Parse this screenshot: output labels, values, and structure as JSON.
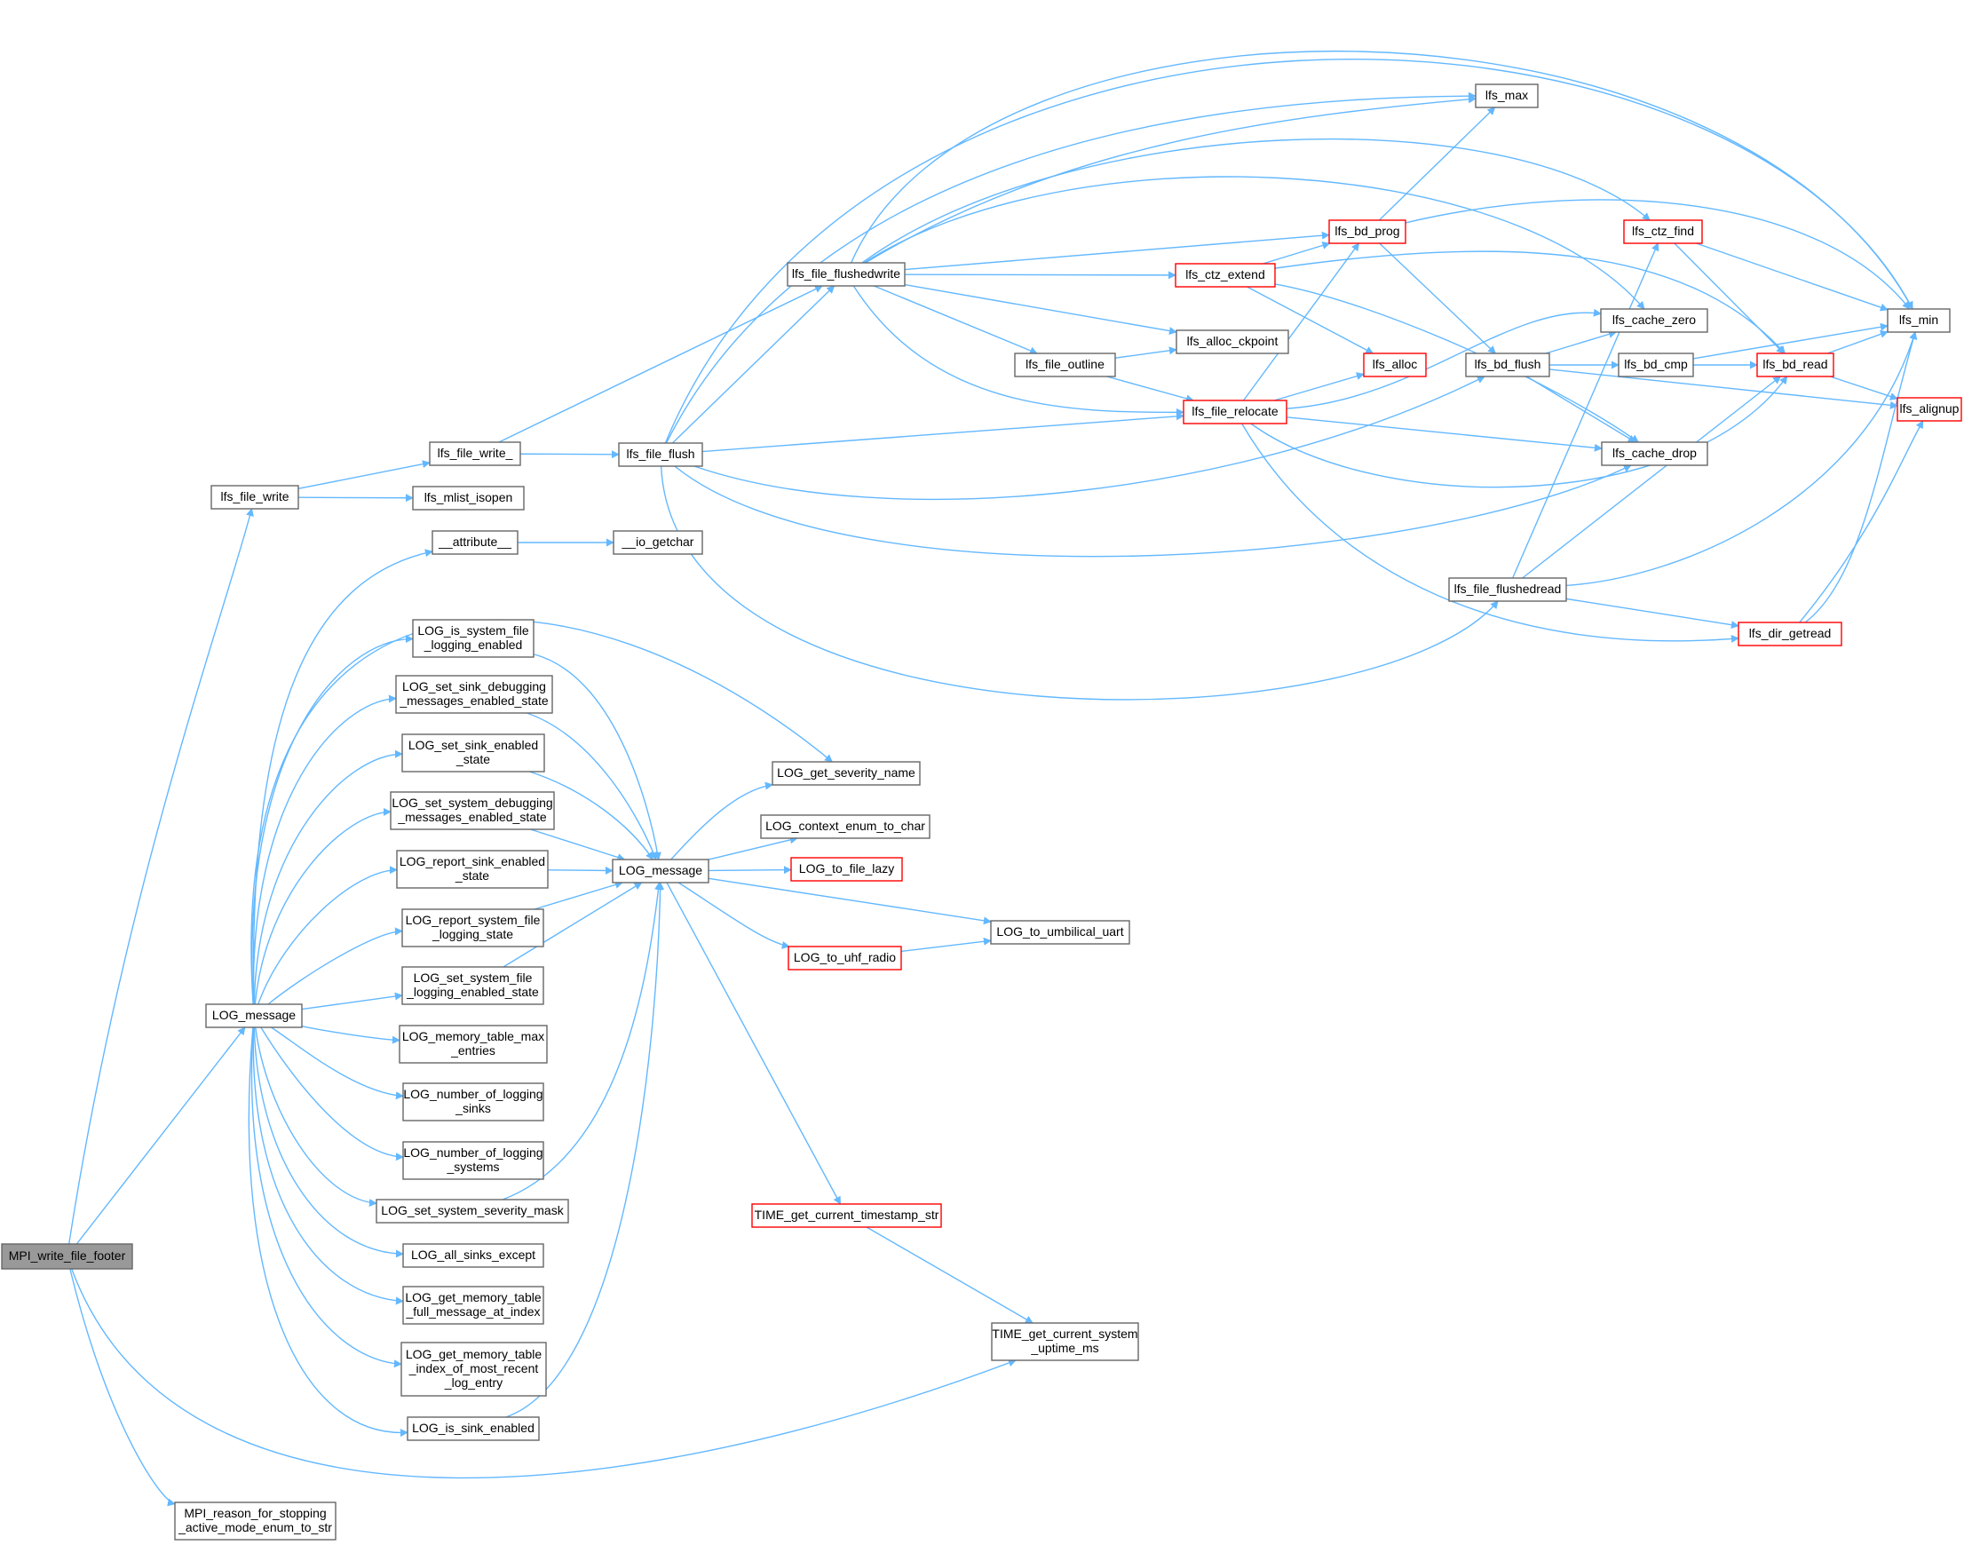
{
  "colors": {
    "edge": "#63b8ff",
    "border": "#666666",
    "highlight_border": "#ff0000",
    "root_fill": "#999999"
  },
  "nodes": [
    {
      "id": "root",
      "lines": [
        "MPI_write_file_footer"
      ],
      "style": "root"
    },
    {
      "id": "lfs_file_write",
      "lines": [
        "lfs_file_write"
      ]
    },
    {
      "id": "lfs_file_write_",
      "lines": [
        "lfs_file_write_"
      ]
    },
    {
      "id": "lfs_mlist_isopen",
      "lines": [
        "lfs_mlist_isopen"
      ]
    },
    {
      "id": "lfs_file_flush",
      "lines": [
        "lfs_file_flush"
      ]
    },
    {
      "id": "lfs_file_flushedwrite",
      "lines": [
        "lfs_file_flushedwrite"
      ]
    },
    {
      "id": "lfs_max",
      "lines": [
        "lfs_max"
      ]
    },
    {
      "id": "lfs_bd_prog",
      "lines": [
        "lfs_bd_prog"
      ],
      "style": "red"
    },
    {
      "id": "lfs_ctz_find",
      "lines": [
        "lfs_ctz_find"
      ],
      "style": "red"
    },
    {
      "id": "lfs_ctz_extend",
      "lines": [
        "lfs_ctz_extend"
      ],
      "style": "red"
    },
    {
      "id": "lfs_min",
      "lines": [
        "lfs_min"
      ]
    },
    {
      "id": "lfs_cache_zero",
      "lines": [
        "lfs_cache_zero"
      ]
    },
    {
      "id": "lfs_alloc_ckpoint",
      "lines": [
        "lfs_alloc_ckpoint"
      ]
    },
    {
      "id": "lfs_file_outline",
      "lines": [
        "lfs_file_outline"
      ]
    },
    {
      "id": "lfs_alloc",
      "lines": [
        "lfs_alloc"
      ],
      "style": "red"
    },
    {
      "id": "lfs_bd_flush",
      "lines": [
        "lfs_bd_flush"
      ]
    },
    {
      "id": "lfs_bd_cmp",
      "lines": [
        "lfs_bd_cmp"
      ]
    },
    {
      "id": "lfs_bd_read",
      "lines": [
        "lfs_bd_read"
      ],
      "style": "red"
    },
    {
      "id": "lfs_alignup",
      "lines": [
        "lfs_alignup"
      ],
      "style": "red"
    },
    {
      "id": "lfs_file_relocate",
      "lines": [
        "lfs_file_relocate"
      ],
      "style": "red"
    },
    {
      "id": "lfs_cache_drop",
      "lines": [
        "lfs_cache_drop"
      ]
    },
    {
      "id": "lfs_file_flushedread",
      "lines": [
        "lfs_file_flushedread"
      ]
    },
    {
      "id": "lfs_dir_getread",
      "lines": [
        "lfs_dir_getread"
      ],
      "style": "red"
    },
    {
      "id": "attribute",
      "lines": [
        "__attribute__"
      ]
    },
    {
      "id": "io_getchar",
      "lines": [
        "__io_getchar"
      ]
    },
    {
      "id": "log_is_sys",
      "lines": [
        "LOG_is_system_file",
        "_logging_enabled"
      ]
    },
    {
      "id": "log_set_sink_dbg",
      "lines": [
        "LOG_set_sink_debugging",
        "_messages_enabled_state"
      ]
    },
    {
      "id": "log_set_sink_en",
      "lines": [
        "LOG_set_sink_enabled",
        "_state"
      ]
    },
    {
      "id": "log_set_sys_dbg",
      "lines": [
        "LOG_set_system_debugging",
        "_messages_enabled_state"
      ]
    },
    {
      "id": "log_report_sink",
      "lines": [
        "LOG_report_sink_enabled",
        "_state"
      ]
    },
    {
      "id": "log_report_sys",
      "lines": [
        "LOG_report_system_file",
        "_logging_state"
      ]
    },
    {
      "id": "log_set_sys_file",
      "lines": [
        "LOG_set_system_file",
        "_logging_enabled_state"
      ]
    },
    {
      "id": "log_mem_max",
      "lines": [
        "LOG_memory_table_max",
        "_entries"
      ]
    },
    {
      "id": "log_num_sinks",
      "lines": [
        "LOG_number_of_logging",
        "_sinks"
      ]
    },
    {
      "id": "log_num_sys",
      "lines": [
        "LOG_number_of_logging",
        "_systems"
      ]
    },
    {
      "id": "log_set_sev",
      "lines": [
        "LOG_set_system_severity_mask"
      ]
    },
    {
      "id": "log_all_sinks",
      "lines": [
        "LOG_all_sinks_except"
      ]
    },
    {
      "id": "log_get_full",
      "lines": [
        "LOG_get_memory_table",
        "_full_message_at_index"
      ]
    },
    {
      "id": "log_get_idx",
      "lines": [
        "LOG_get_memory_table",
        "_index_of_most_recent",
        "_log_entry"
      ]
    },
    {
      "id": "log_is_sink",
      "lines": [
        "LOG_is_sink_enabled"
      ]
    },
    {
      "id": "log_message_a",
      "lines": [
        "LOG_message"
      ]
    },
    {
      "id": "log_message_b",
      "lines": [
        "LOG_message"
      ]
    },
    {
      "id": "log_get_sev",
      "lines": [
        "LOG_get_severity_name"
      ]
    },
    {
      "id": "log_ctx",
      "lines": [
        "LOG_context_enum_to_char"
      ]
    },
    {
      "id": "log_file_lazy",
      "lines": [
        "LOG_to_file_lazy"
      ],
      "style": "red"
    },
    {
      "id": "log_umb",
      "lines": [
        "LOG_to_umbilical_uart"
      ]
    },
    {
      "id": "log_uhf",
      "lines": [
        "LOG_to_uhf_radio"
      ],
      "style": "red"
    },
    {
      "id": "time_ts",
      "lines": [
        "TIME_get_current_timestamp_str"
      ],
      "style": "red"
    },
    {
      "id": "time_up",
      "lines": [
        "TIME_get_current_system",
        "_uptime_ms"
      ]
    },
    {
      "id": "mpi_reason",
      "lines": [
        "MPI_reason_for_stopping",
        "_active_mode_enum_to_str"
      ]
    }
  ],
  "edges": [
    [
      "root",
      "lfs_file_write"
    ],
    [
      "root",
      "log_message_a"
    ],
    [
      "root",
      "time_up"
    ],
    [
      "root",
      "mpi_reason"
    ],
    [
      "lfs_file_write",
      "lfs_file_write_"
    ],
    [
      "lfs_file_write",
      "lfs_mlist_isopen"
    ],
    [
      "lfs_file_write_",
      "lfs_file_flushedwrite"
    ],
    [
      "lfs_file_write_",
      "lfs_file_flush"
    ],
    [
      "lfs_file_flush",
      "lfs_file_flushedwrite"
    ],
    [
      "lfs_file_flush",
      "lfs_max"
    ],
    [
      "lfs_file_flush",
      "lfs_file_relocate"
    ],
    [
      "lfs_file_flush",
      "lfs_bd_flush"
    ],
    [
      "lfs_file_flush",
      "lfs_cache_drop"
    ],
    [
      "lfs_file_flush",
      "lfs_file_flushedread"
    ],
    [
      "lfs_file_flush",
      "lfs_min"
    ],
    [
      "lfs_file_flushedwrite",
      "lfs_max"
    ],
    [
      "lfs_file_flushedwrite",
      "lfs_min"
    ],
    [
      "lfs_file_flushedwrite",
      "lfs_ctz_find"
    ],
    [
      "lfs_file_flushedwrite",
      "lfs_cache_zero"
    ],
    [
      "lfs_file_flushedwrite",
      "lfs_bd_prog"
    ],
    [
      "lfs_file_flushedwrite",
      "lfs_ctz_extend"
    ],
    [
      "lfs_file_flushedwrite",
      "lfs_alloc_ckpoint"
    ],
    [
      "lfs_file_flushedwrite",
      "lfs_file_outline"
    ],
    [
      "lfs_file_flushedwrite",
      "lfs_file_relocate"
    ],
    [
      "lfs_bd_prog",
      "lfs_max"
    ],
    [
      "lfs_bd_prog",
      "lfs_min"
    ],
    [
      "lfs_bd_prog",
      "lfs_bd_flush"
    ],
    [
      "lfs_ctz_find",
      "lfs_min"
    ],
    [
      "lfs_ctz_find",
      "lfs_bd_read"
    ],
    [
      "lfs_ctz_extend",
      "lfs_bd_prog"
    ],
    [
      "lfs_ctz_extend",
      "lfs_bd_read"
    ],
    [
      "lfs_ctz_extend",
      "lfs_alloc"
    ],
    [
      "lfs_ctz_extend",
      "lfs_cache_drop"
    ],
    [
      "lfs_file_outline",
      "lfs_alloc_ckpoint"
    ],
    [
      "lfs_file_outline",
      "lfs_file_relocate"
    ],
    [
      "lfs_file_relocate",
      "lfs_bd_prog"
    ],
    [
      "lfs_file_relocate",
      "lfs_alloc"
    ],
    [
      "lfs_file_relocate",
      "lfs_cache_zero"
    ],
    [
      "lfs_file_relocate",
      "lfs_cache_drop"
    ],
    [
      "lfs_file_relocate",
      "lfs_bd_read"
    ],
    [
      "lfs_file_relocate",
      "lfs_dir_getread"
    ],
    [
      "lfs_bd_flush",
      "lfs_cache_zero"
    ],
    [
      "lfs_bd_flush",
      "lfs_bd_cmp"
    ],
    [
      "lfs_bd_flush",
      "lfs_cache_drop"
    ],
    [
      "lfs_bd_flush",
      "lfs_alignup"
    ],
    [
      "lfs_bd_cmp",
      "lfs_bd_read"
    ],
    [
      "lfs_bd_cmp",
      "lfs_min"
    ],
    [
      "lfs_bd_read",
      "lfs_min"
    ],
    [
      "lfs_bd_read",
      "lfs_alignup"
    ],
    [
      "lfs_file_flushedread",
      "lfs_ctz_find"
    ],
    [
      "lfs_file_flushedread",
      "lfs_bd_read"
    ],
    [
      "lfs_file_flushedread",
      "lfs_dir_getread"
    ],
    [
      "lfs_file_flushedread",
      "lfs_min"
    ],
    [
      "lfs_dir_getread",
      "lfs_min"
    ],
    [
      "lfs_dir_getread",
      "lfs_alignup"
    ],
    [
      "attribute",
      "io_getchar"
    ],
    [
      "log_message_a",
      "attribute"
    ],
    [
      "log_message_a",
      "log_get_sev"
    ],
    [
      "log_message_a",
      "log_is_sys"
    ],
    [
      "log_message_a",
      "log_set_sink_dbg"
    ],
    [
      "log_message_a",
      "log_set_sink_en"
    ],
    [
      "log_message_a",
      "log_set_sys_dbg"
    ],
    [
      "log_message_a",
      "log_report_sink"
    ],
    [
      "log_message_a",
      "log_report_sys"
    ],
    [
      "log_message_a",
      "log_set_sys_file"
    ],
    [
      "log_message_a",
      "log_mem_max"
    ],
    [
      "log_message_a",
      "log_num_sinks"
    ],
    [
      "log_message_a",
      "log_num_sys"
    ],
    [
      "log_message_a",
      "log_set_sev"
    ],
    [
      "log_message_a",
      "log_all_sinks"
    ],
    [
      "log_message_a",
      "log_get_full"
    ],
    [
      "log_message_a",
      "log_get_idx"
    ],
    [
      "log_message_a",
      "log_is_sink"
    ],
    [
      "log_is_sys",
      "log_message_b"
    ],
    [
      "log_set_sink_dbg",
      "log_message_b"
    ],
    [
      "log_set_sink_en",
      "log_message_b"
    ],
    [
      "log_set_sys_dbg",
      "log_message_b"
    ],
    [
      "log_report_sink",
      "log_message_b"
    ],
    [
      "log_report_sys",
      "log_message_b"
    ],
    [
      "log_set_sys_file",
      "log_message_b"
    ],
    [
      "log_set_sev",
      "log_message_b"
    ],
    [
      "log_is_sink",
      "log_message_b"
    ],
    [
      "log_message_b",
      "log_get_sev"
    ],
    [
      "log_message_b",
      "log_ctx"
    ],
    [
      "log_message_b",
      "log_file_lazy"
    ],
    [
      "log_message_b",
      "log_umb"
    ],
    [
      "log_message_b",
      "log_uhf"
    ],
    [
      "log_message_b",
      "time_ts"
    ],
    [
      "log_uhf",
      "log_umb"
    ],
    [
      "time_ts",
      "time_up"
    ]
  ]
}
